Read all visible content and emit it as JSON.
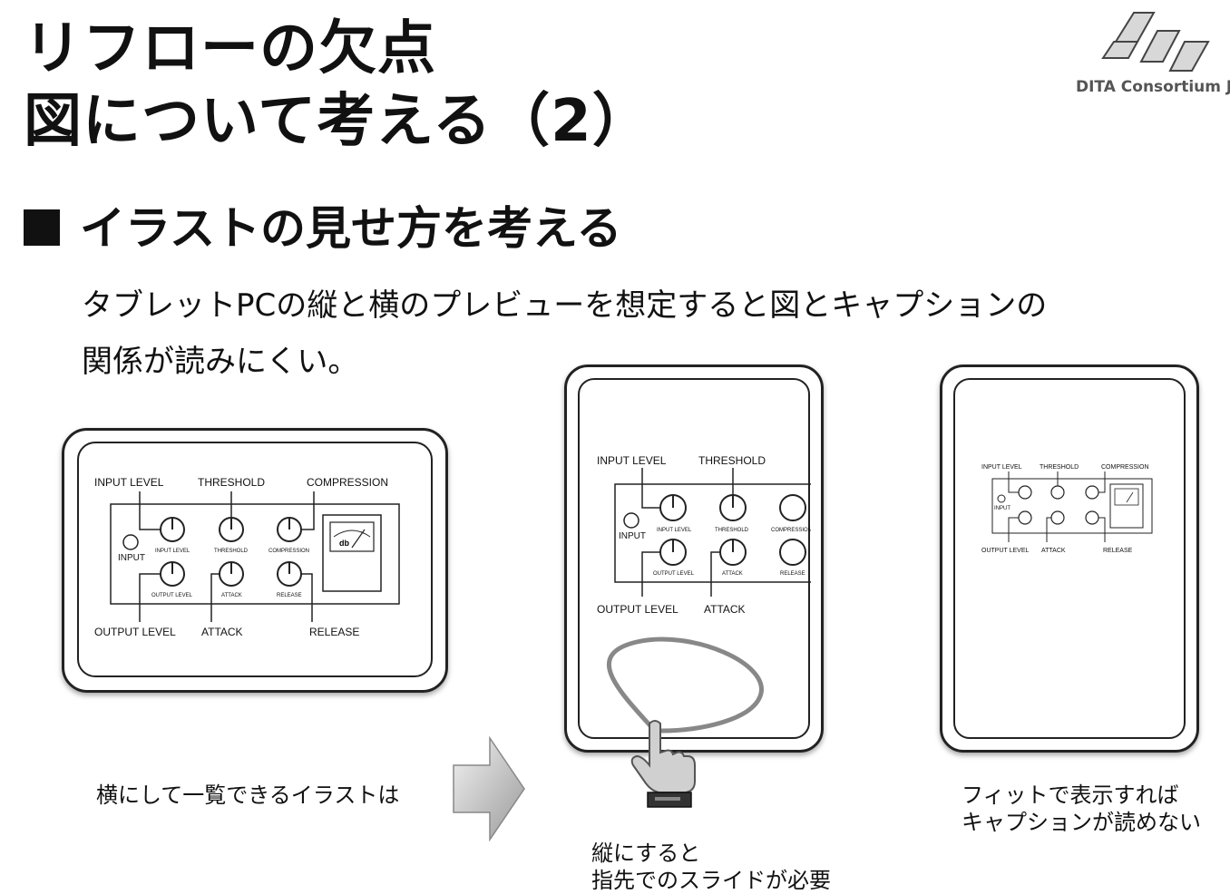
{
  "title": {
    "line1": "リフローの欠点",
    "line2": "図について考える（2）"
  },
  "logo": {
    "text": "DITA Consortium Jap"
  },
  "section": {
    "heading": "イラストの見せ方を考える"
  },
  "description": {
    "line1": "タブレットPCの縦と横のプレビューを想定すると図とキャプションの",
    "line2": "関係が読みにくい。"
  },
  "panel_labels": {
    "input_level": "INPUT LEVEL",
    "threshold": "THRESHOLD",
    "compression": "COMPRESSION",
    "input": "INPUT",
    "output_level": "OUTPUT LEVEL",
    "attack": "ATTACK",
    "release": "RELEASE",
    "meter": "db"
  },
  "captions": {
    "landscape": "横にして一覧できるイラストは",
    "portrait_line1": "縦にすると",
    "portrait_line2": "指先でのスライドが必要",
    "fit_line1": "フィットで表示すれば",
    "fit_line2": "キャプションが読めない"
  },
  "icons": {
    "arrow": "right-arrow-icon",
    "hand": "pointing-hand-icon",
    "logo": "dita-logo-icon"
  }
}
